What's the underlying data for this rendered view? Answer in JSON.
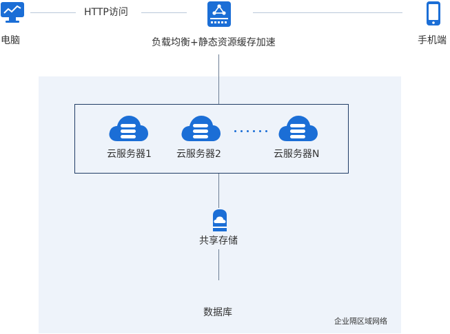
{
  "diagram": {
    "clients": {
      "pc_label": "电脑",
      "mobile_label": "手机端"
    },
    "http_label": "HTTP访问",
    "load_balancer_label": "负载均衡+静态资源缓存加速",
    "servers": [
      {
        "label": "云服务器1"
      },
      {
        "label": "云服务器2"
      },
      {
        "label": "云服务器N"
      }
    ],
    "shared_storage_label": "共享存储",
    "database_label": "数据库",
    "region_label": "企业隔区域网络",
    "colors": {
      "accent": "#1b6ed6",
      "region_bg": "#eef3fa",
      "box_border": "#1e3a64",
      "line": "#b8c7d9",
      "text": "#333333"
    },
    "icons": {
      "pc": "monitor-icon",
      "load_balancer": "load-balancer-icon",
      "mobile": "smartphone-icon",
      "server": "cloud-server-icon",
      "storage": "cloud-storage-icon"
    }
  }
}
